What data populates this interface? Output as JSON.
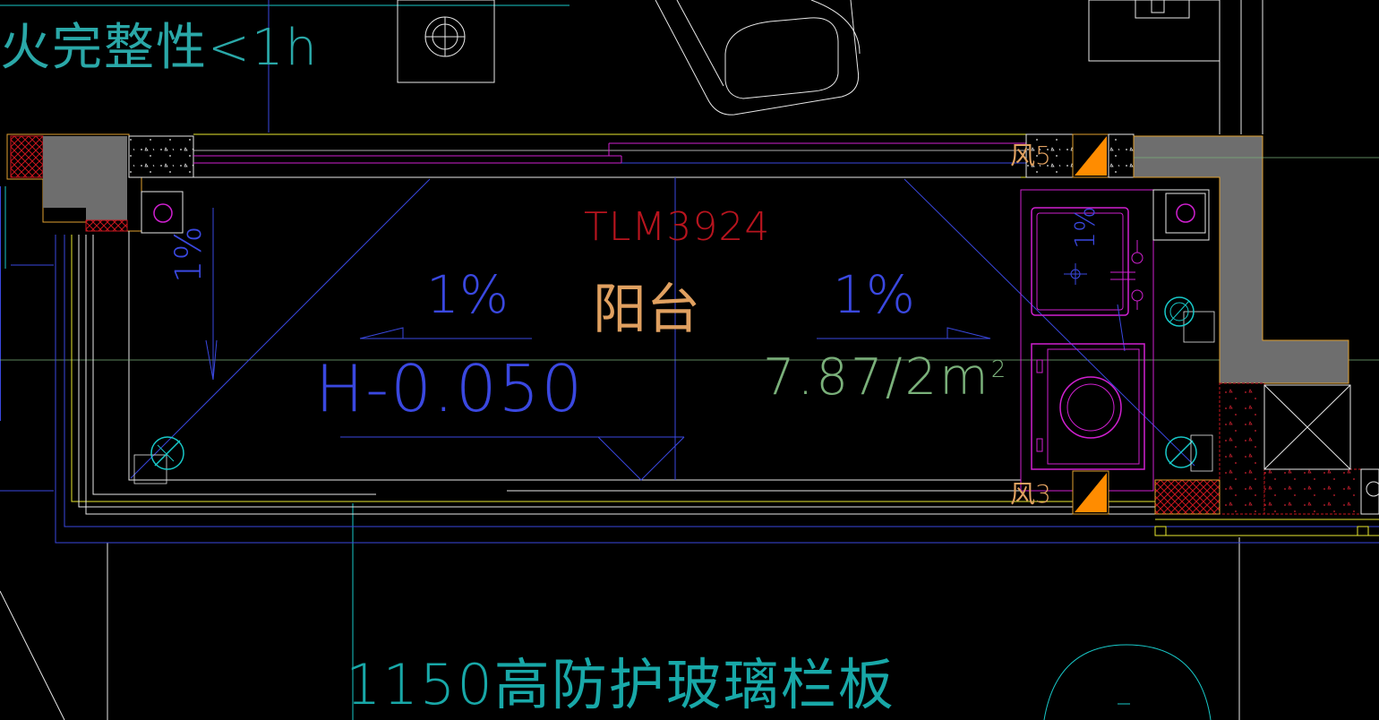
{
  "texts": {
    "fire_note": "火完整性<1h",
    "door_code": "TLM3924",
    "room_name": "阳台",
    "slope_left": "1%",
    "slope_right": "1%",
    "level": "H-0.050",
    "area_value": "7.87/2m",
    "area_unit_sup": "2",
    "fan_top": "风5",
    "fan_bottom": "风3",
    "railing_note": "1150高防护玻璃栏板"
  },
  "colors": {
    "background": "#000000",
    "wall_fill": "#6e6e6e",
    "wall_edge": "#e0a030",
    "yellow": "#e8e830",
    "blue": "#3a48e0",
    "magenta": "#d020d0",
    "cyan": "#18c8c8",
    "white": "#e8e8e8",
    "red": "#b8141e",
    "orange": "#ff8c00"
  }
}
